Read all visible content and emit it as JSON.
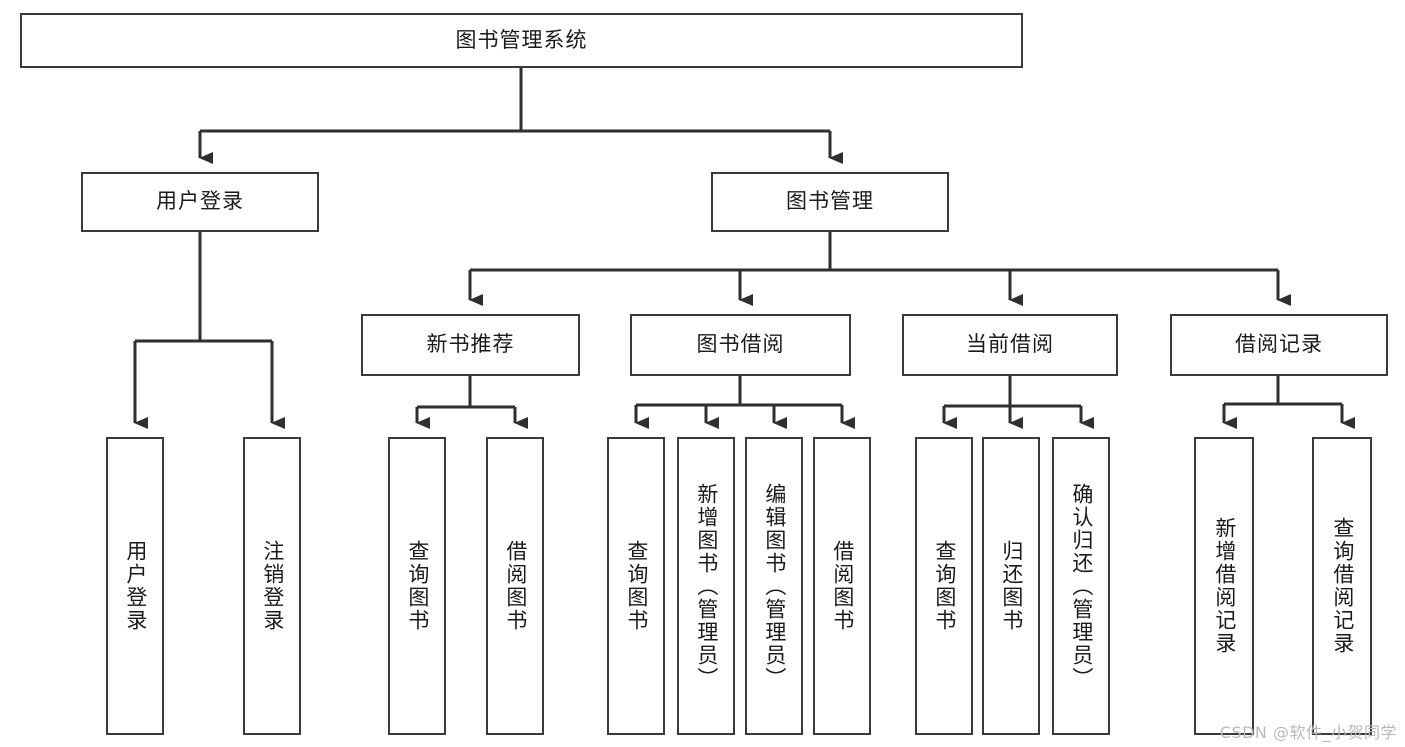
{
  "diagram": {
    "title": "图书管理系统",
    "type": "tree-hierarchy-diagram",
    "colors": {
      "box_border": "#3a3a3a",
      "box_fill": "#ffffff",
      "edge": "#2f2f2f",
      "text": "#1b1b1b",
      "watermark": "#b9b9b9",
      "background": "#ffffff"
    },
    "root": {
      "label": "图书管理系统"
    },
    "level2": [
      {
        "id": "user-login",
        "label": "用户登录"
      },
      {
        "id": "book-management",
        "label": "图书管理"
      }
    ],
    "level3": [
      {
        "id": "new-book-recommend",
        "label": "新书推荐"
      },
      {
        "id": "book-borrow",
        "label": "图书借阅"
      },
      {
        "id": "current-borrow",
        "label": "当前借阅"
      },
      {
        "id": "borrow-record",
        "label": "借阅记录"
      }
    ],
    "leaves": {
      "user_login": [
        {
          "id": "leaf-user-login",
          "label": "用户登录"
        },
        {
          "id": "leaf-logout",
          "label": "注销登录"
        }
      ],
      "new_book_recommend": [
        {
          "id": "leaf-query-book-1",
          "label": "查询图书"
        },
        {
          "id": "leaf-borrow-book-1",
          "label": "借阅图书"
        }
      ],
      "book_borrow": [
        {
          "id": "leaf-query-book-2",
          "label": "查询图书"
        },
        {
          "id": "leaf-add-book",
          "label": "新增图书（管理员）"
        },
        {
          "id": "leaf-edit-book",
          "label": "编辑图书（管理员）"
        },
        {
          "id": "leaf-borrow-book-2",
          "label": "借阅图书"
        }
      ],
      "current_borrow": [
        {
          "id": "leaf-query-book-3",
          "label": "查询图书"
        },
        {
          "id": "leaf-return-book",
          "label": "归还图书"
        },
        {
          "id": "leaf-confirm-return",
          "label": "确认归还（管理员）"
        }
      ],
      "borrow_record": [
        {
          "id": "leaf-add-record",
          "label": "新增借阅记录"
        },
        {
          "id": "leaf-query-record",
          "label": "查询借阅记录"
        }
      ]
    }
  },
  "watermark": {
    "text": "CSDN @软件_小贺同学"
  }
}
